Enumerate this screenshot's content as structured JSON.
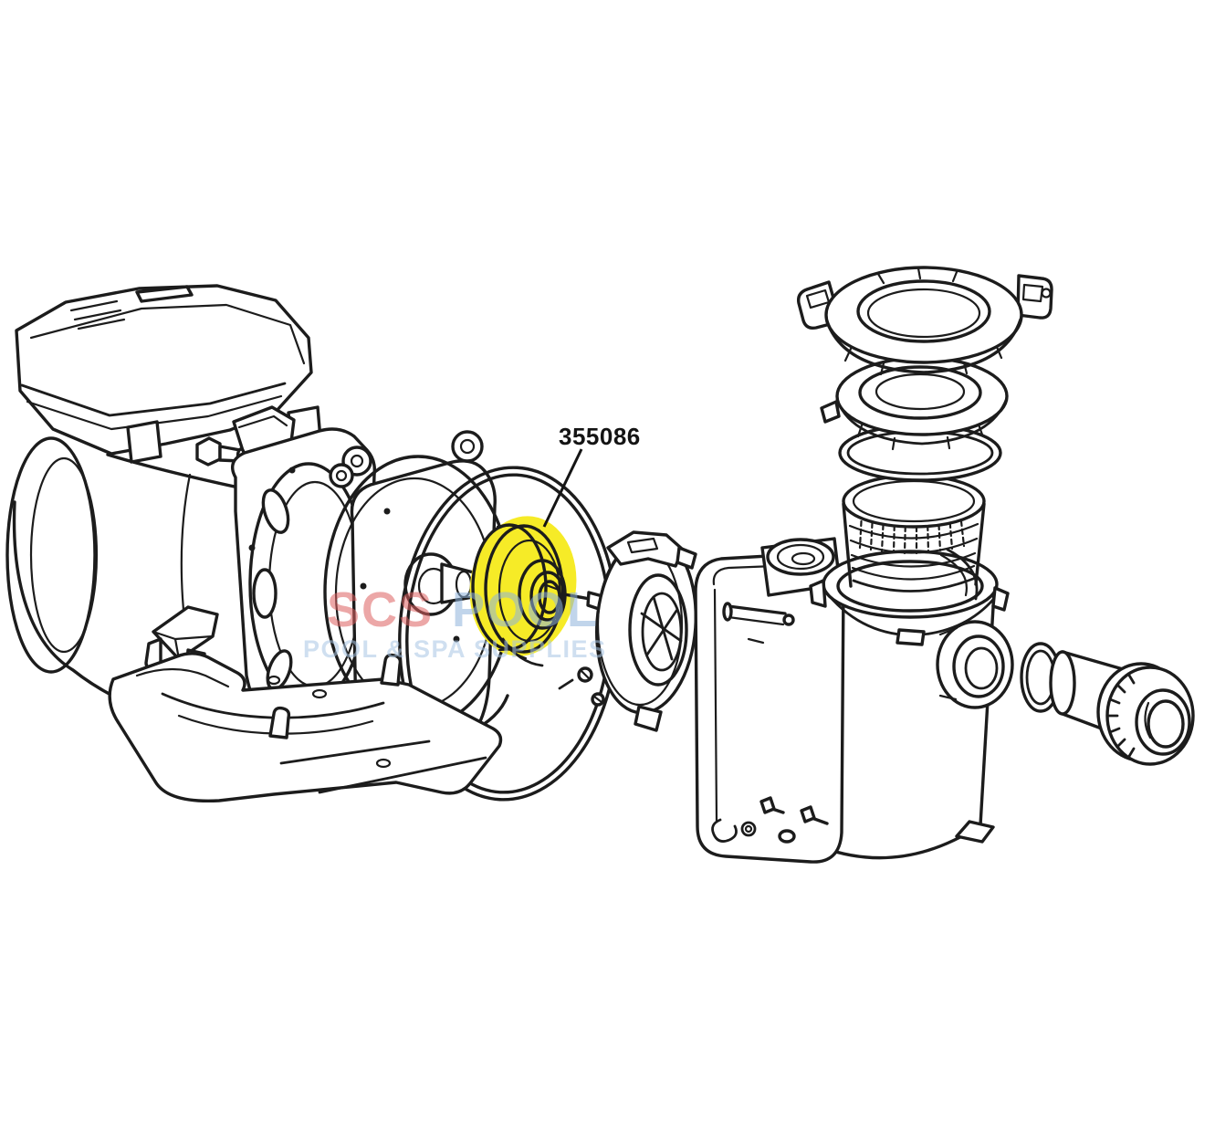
{
  "figure": {
    "type": "exploded-parts-diagram",
    "subject": "pool pump exploded view",
    "background": "#ffffff",
    "line_color": "#1c1c1c",
    "highlight_color": "#F6EB27",
    "callout": {
      "part_number": "355086",
      "target_part": "impeller"
    },
    "watermark": {
      "line1_left": "SCS",
      "line1_right": "POOL",
      "line2": "POOL & SPA SUPPLIES",
      "color_red": "#DD6060",
      "color_blue": "#8FB4DC",
      "color_blue_light": "#A9C6E4"
    },
    "parts": [
      {
        "name": "motor-drive-cover",
        "highlighted": false
      },
      {
        "name": "motor-body",
        "highlighted": false
      },
      {
        "name": "mounting-bolt",
        "highlighted": false
      },
      {
        "name": "motor-mount-clip",
        "highlighted": false
      },
      {
        "name": "motor-base-plate",
        "highlighted": false
      },
      {
        "name": "motor-end-bell",
        "highlighted": false
      },
      {
        "name": "seal-plate",
        "highlighted": false
      },
      {
        "name": "seal-plate-gasket",
        "highlighted": false
      },
      {
        "name": "impeller",
        "highlighted": true
      },
      {
        "name": "diffuser",
        "highlighted": false
      },
      {
        "name": "pump-housing-strainer-pot",
        "highlighted": false
      },
      {
        "name": "drain-plugs-hardware",
        "highlighted": false
      },
      {
        "name": "strainer-basket",
        "highlighted": false
      },
      {
        "name": "lid-o-ring",
        "highlighted": false
      },
      {
        "name": "strainer-lid",
        "highlighted": false
      },
      {
        "name": "clamp-ring",
        "highlighted": false
      },
      {
        "name": "union-o-ring",
        "highlighted": false
      },
      {
        "name": "union-tailpiece-nut",
        "highlighted": false
      }
    ]
  }
}
